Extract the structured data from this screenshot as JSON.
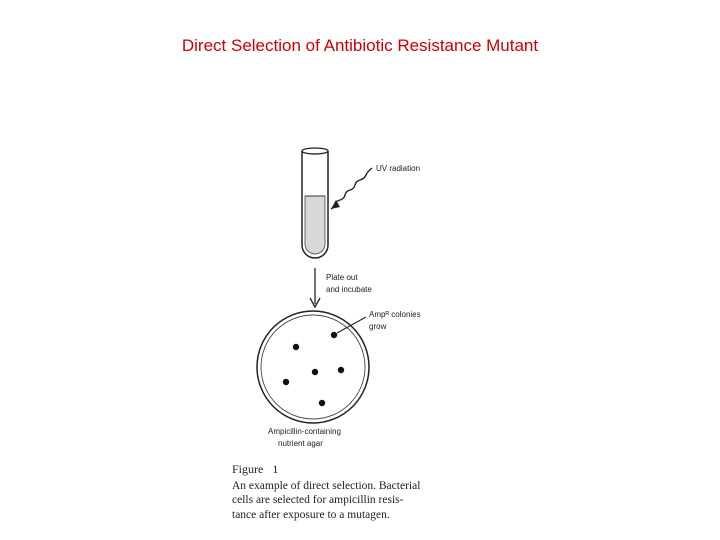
{
  "slide": {
    "title": "Direct Selection of Antibiotic Resistance Mutant",
    "title_color": "#cc0000"
  },
  "diagram": {
    "labels": {
      "uv": "UV radiation",
      "plate_line1": "Plate out",
      "plate_line2": "and incubate",
      "amp_line1": "Ampᴿ colonies",
      "amp_line2": "grow",
      "agar_line1": "Ampicillin-containing",
      "agar_line2": "nutrient agar"
    },
    "colonies_count": 6
  },
  "caption": {
    "heading": "Figure   1",
    "line1": "An example of direct selection. Bacterial",
    "line2": "cells are selected for ampicillin resis-",
    "line3": "tance after exposure to a mutagen."
  }
}
